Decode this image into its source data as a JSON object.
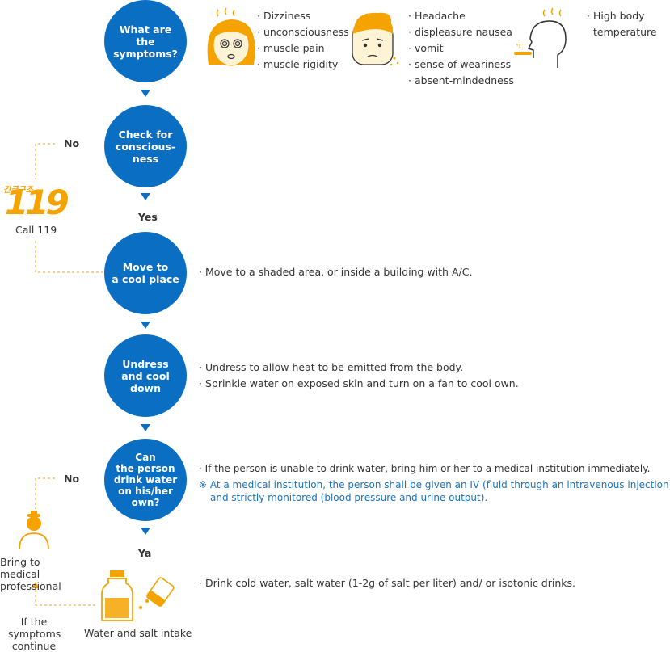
{
  "colors": {
    "step": "#0a6fc2",
    "accent": "#f5a300",
    "note": "#1a73c2",
    "text": "#333333"
  },
  "steps": [
    {
      "label": "What are\nthe\nsymptoms?"
    },
    {
      "label": "Check for\nconscious-\nness"
    },
    {
      "label": "Move to\na cool place"
    },
    {
      "label": "Undress\nand cool\ndown"
    },
    {
      "label": "Can\nthe person\ndrink water\non his/her\nown?"
    }
  ],
  "symptoms": {
    "group1": [
      "· Dizziness",
      "· unconsciousness",
      "· muscle pain",
      "· muscle rigidity"
    ],
    "group2": [
      "· Headache",
      "· displeasure nausea",
      "· vomit",
      "· sense of weariness",
      "· absent-mindedness"
    ],
    "group3": [
      "· High body",
      "temperature"
    ]
  },
  "branch_labels": {
    "no1": "No",
    "yes1": "Yes",
    "no2": "No",
    "yes2": "Ya"
  },
  "emergency": {
    "logo_top": "긴급구조",
    "logo_number": "119",
    "call": "Call 119"
  },
  "details": {
    "cool_place": "· Move to a shaded area, or inside a building with A/C.",
    "undress": [
      "· Undress to allow heat to be emitted from the body.",
      "· Sprinkle water on exposed skin and turn on a fan to cool own."
    ],
    "drink": "· If the person is unable to drink water, bring him or her to a medical institution immediately.",
    "note": [
      "※ At a medical institution, the person shall be given an IV (fluid through an intravenous injection)",
      "and strictly monitored (blood pressure and urine output)."
    ],
    "intake": "· Drink cold water, salt water (1-2g of salt per liter) and/ or isotonic drinks."
  },
  "bottom": {
    "medical": "Bring to medical\nprofessional",
    "intake_label": "Water and salt intake",
    "continue": "If the\nsymptoms\ncontinue"
  }
}
